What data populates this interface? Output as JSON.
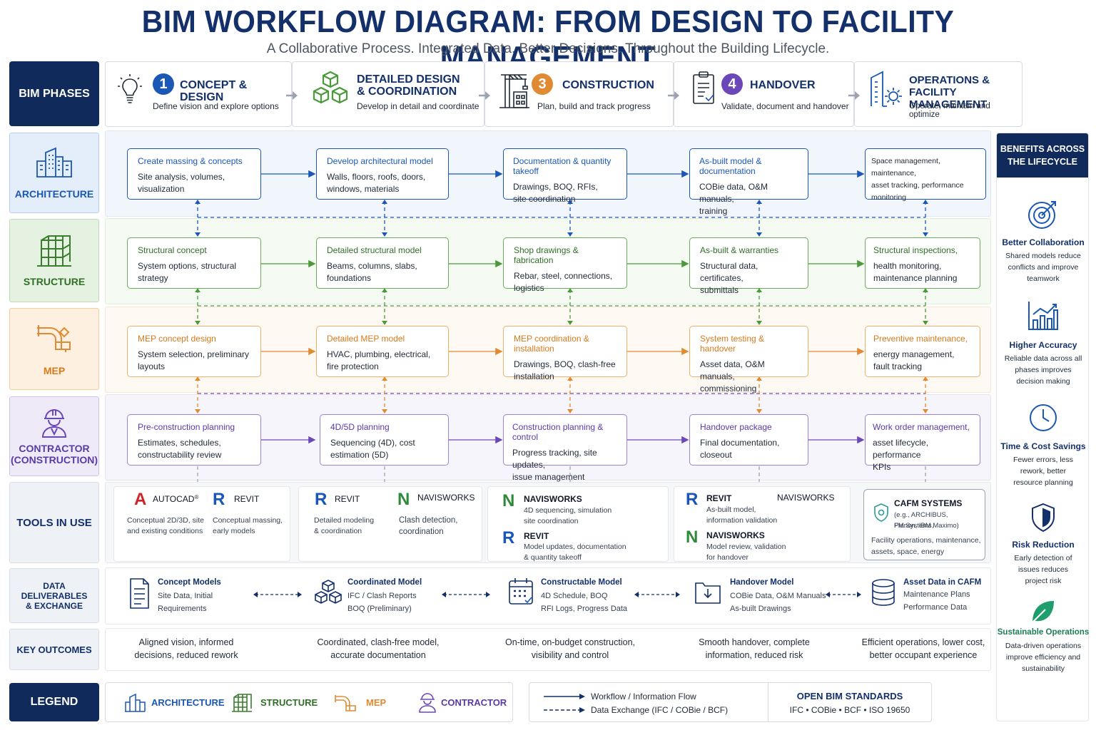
{
  "header": {
    "title": "BIM WORKFLOW DIAGRAM: FROM DESIGN TO FACILITY MANAGEMENT",
    "subtitle": "A Collaborative Process. Integrated Data. Better Decisions. Throughout the Building Lifecycle."
  },
  "phases_label": "BIM PHASES",
  "phases": [
    {
      "number": "1",
      "title": "CONCEPT & DESIGN",
      "subtitle": "Define vision and explore options",
      "icon": "lightbulb-icon",
      "color": "#1b57b5"
    },
    {
      "number": "",
      "title_line1": "DETAILED DESIGN",
      "title_line2": "& COORDINATION",
      "subtitle": "Develop in detail and coordinate",
      "icon": "cubes-icon",
      "color": "#4a9a3a"
    },
    {
      "number": "3",
      "title": "CONSTRUCTION",
      "subtitle": "Plan, build and track progress",
      "icon": "crane-icon",
      "color": "#e08a33"
    },
    {
      "number": "4",
      "title": "HANDOVER",
      "subtitle": "Validate, document and handover",
      "icon": "clipboard-icon",
      "color": "#6b47b8"
    },
    {
      "number": "",
      "title_line1": "OPERATIONS &",
      "title_line2": "FACILITY MANAGEMENT",
      "subtitle": "Operate, maintain and optimize",
      "icon": "building-gear-icon",
      "color": "#1b57b5"
    }
  ],
  "rows": {
    "architecture": {
      "label": "ARCHITECTURE",
      "cards": [
        {
          "title": "Create massing & concepts",
          "l1": "Site analysis, volumes,",
          "l2": "visualization"
        },
        {
          "title": "Develop architectural model",
          "l1": "Walls, floors, roofs, doors,",
          "l2": "windows, materials"
        },
        {
          "title": "Documentation & quantity takeoff",
          "l1": "Drawings, BOQ, RFIs,",
          "l2": "site coordination"
        },
        {
          "title": "As-built model & documentation",
          "l1": "COBie data, O&M manuals,",
          "l2": "training"
        },
        {
          "title": "",
          "l1": "Space management, maintenance,",
          "l2": "asset tracking, performance",
          "l3": "monitoring"
        }
      ]
    },
    "structure": {
      "label": "STRUCTURE",
      "cards": [
        {
          "title": "Structural concept",
          "l1": "System options, structural",
          "l2": "strategy"
        },
        {
          "title": "Detailed structural model",
          "l1": "Beams, columns, slabs,",
          "l2": "foundations"
        },
        {
          "title": "Shop drawings & fabrication",
          "l1": "Rebar, steel, connections,",
          "l2": "logistics"
        },
        {
          "title": "As-built & warranties",
          "l1": "Structural data, certificates,",
          "l2": "submittals"
        },
        {
          "title": "Structural inspections,",
          "l1": "health monitoring,",
          "l2": "maintenance planning"
        }
      ]
    },
    "mep": {
      "label": "MEP",
      "cards": [
        {
          "title": "MEP concept design",
          "l1": "System selection, preliminary",
          "l2": "layouts"
        },
        {
          "title": "Detailed MEP model",
          "l1": "HVAC, plumbing, electrical,",
          "l2": "fire protection"
        },
        {
          "title": "MEP coordination & installation",
          "l1": "Drawings, BOQ, clash-free",
          "l2": "installation"
        },
        {
          "title": "System testing & handover",
          "l1": "Asset data, O&M manuals,",
          "l2": "commissioning"
        },
        {
          "title": "Preventive maintenance,",
          "l1": "energy management,",
          "l2": "fault tracking"
        }
      ]
    },
    "contractor": {
      "label_line1": "CONTRACTOR",
      "label_line2": "(CONSTRUCTION)",
      "cards": [
        {
          "title": "Pre-construction planning",
          "l1": "Estimates, schedules,",
          "l2": "constructability review"
        },
        {
          "title": "4D/5D planning",
          "l1": "Sequencing (4D), cost",
          "l2": "estimation (5D)"
        },
        {
          "title": "Construction planning & control",
          "l1": "Progress tracking, site updates,",
          "l2": "issue management"
        },
        {
          "title": "Handover package",
          "l1": "Final documentation,",
          "l2": "closeout"
        },
        {
          "title": "Work order management,",
          "l1": "asset lifecycle, performance",
          "l2": "KPIs"
        }
      ]
    }
  },
  "tools": {
    "label": "TOOLS IN USE",
    "col1": {
      "a_name": "AUTOCAD",
      "a_reg": "®",
      "a_l1": "Conceptual 2D/3D, site",
      "a_l2": "and existing conditions",
      "b_name": "REVIT",
      "b_l1": "Conceptual massing,",
      "b_l2": "early models"
    },
    "col2": {
      "a_name": "REVIT",
      "a_l1": "Detailed modeling",
      "a_l2": "& coordination",
      "b_name": "NAVISWORKS",
      "b_l1": "Clash detection,",
      "b_l2": "coordination"
    },
    "col3": {
      "a_name": "NAVISWORKS",
      "a_l1": "4D sequencing, simulation",
      "a_l2": "site coordination",
      "b_name": "REVIT",
      "b_l1": "Model updates, documentation",
      "b_l2": "& quantity takeoff"
    },
    "col4": {
      "a_name": "REVIT",
      "a_l1": "As-built model,",
      "a_l2": "information validation",
      "a_name2": "NAVISWORKS",
      "b_name": "NAVISWORKS",
      "b_l1": "Model review, validation",
      "b_l2": "for handover"
    },
    "col5": {
      "name": "CAFM SYSTEMS",
      "sub1": "(e.g., ARCHIBUS, FM:Systems,",
      "sub2": "Planon, IBM Maximo)",
      "l1": "Facility operations, maintenance,",
      "l2": "assets, space, energy"
    }
  },
  "deliverables": {
    "label_line1": "DATA DELIVERABLES",
    "label_line2": "& EXCHANGE",
    "items": [
      {
        "title": "Concept Models",
        "l1": "Site Data, Initial",
        "l2": "Requirements",
        "icon": "document-icon"
      },
      {
        "title": "Coordinated Model",
        "l1": "IFC / Clash Reports",
        "l2": "BOQ (Preliminary)",
        "icon": "cubes-outline-icon"
      },
      {
        "title": "Constructable Model",
        "l1": "4D Schedule, BOQ",
        "l2": "RFI Logs, Progress Data",
        "icon": "calendar-icon"
      },
      {
        "title": "Handover Model",
        "l1": "COBie Data, O&M Manuals",
        "l2": "As-built Drawings",
        "icon": "folder-download-icon"
      },
      {
        "title": "Asset Data in CAFM",
        "l1": "Maintenance Plans",
        "l2": "Performance Data",
        "icon": "database-icon"
      }
    ]
  },
  "outcomes": {
    "label": "KEY OUTCOMES",
    "items": [
      {
        "l1": "Aligned vision, informed",
        "l2": "decisions, reduced rework"
      },
      {
        "l1": "Coordinated, clash-free model,",
        "l2": "accurate documentation"
      },
      {
        "l1": "On-time, on-budget construction,",
        "l2": "visibility and control"
      },
      {
        "l1": "Smooth handover, complete",
        "l2": "information, reduced risk"
      },
      {
        "l1": "Efficient operations, lower cost,",
        "l2": "better occupant experience"
      }
    ]
  },
  "benefits": {
    "header_line1": "BENEFITS ACROSS",
    "header_line2": "THE LIFECYCLE",
    "items": [
      {
        "title": "Better Collaboration",
        "l1": "Shared models reduce",
        "l2": "conflicts and improve",
        "l3": "teamwork",
        "icon": "target-icon"
      },
      {
        "title": "Higher Accuracy",
        "l1": "Reliable data across all",
        "l2": "phases improves",
        "l3": "decision making",
        "icon": "bar-chart-icon"
      },
      {
        "title": "Time & Cost Savings",
        "l1": "Fewer errors, less",
        "l2": "rework, better",
        "l3": "resource planning",
        "icon": "clock-icon"
      },
      {
        "title": "Risk Reduction",
        "l1": "Early detection of",
        "l2": "issues reduces",
        "l3": "project risk",
        "icon": "shield-icon"
      },
      {
        "title": "Sustainable Operations",
        "l1": "Data-driven operations",
        "l2": "improve efficiency and",
        "l3": "sustainability",
        "icon": "leaf-icon"
      }
    ]
  },
  "legend": {
    "label": "LEGEND",
    "items": [
      "ARCHITECTURE",
      "STRUCTURE",
      "MEP",
      "CONTRACTOR"
    ],
    "flow": "Workflow / Information Flow",
    "exchange": "Data Exchange (IFC / COBie / BCF)",
    "standards_title": "OPEN BIM STANDARDS",
    "standards": "IFC • COBie • BCF • ISO 19650"
  },
  "colors": {
    "navy": "#102a5c",
    "architecture": "#1b57b5",
    "structure": "#4a9a3a",
    "mep": "#e08a33",
    "contractor": "#6b47b8"
  }
}
